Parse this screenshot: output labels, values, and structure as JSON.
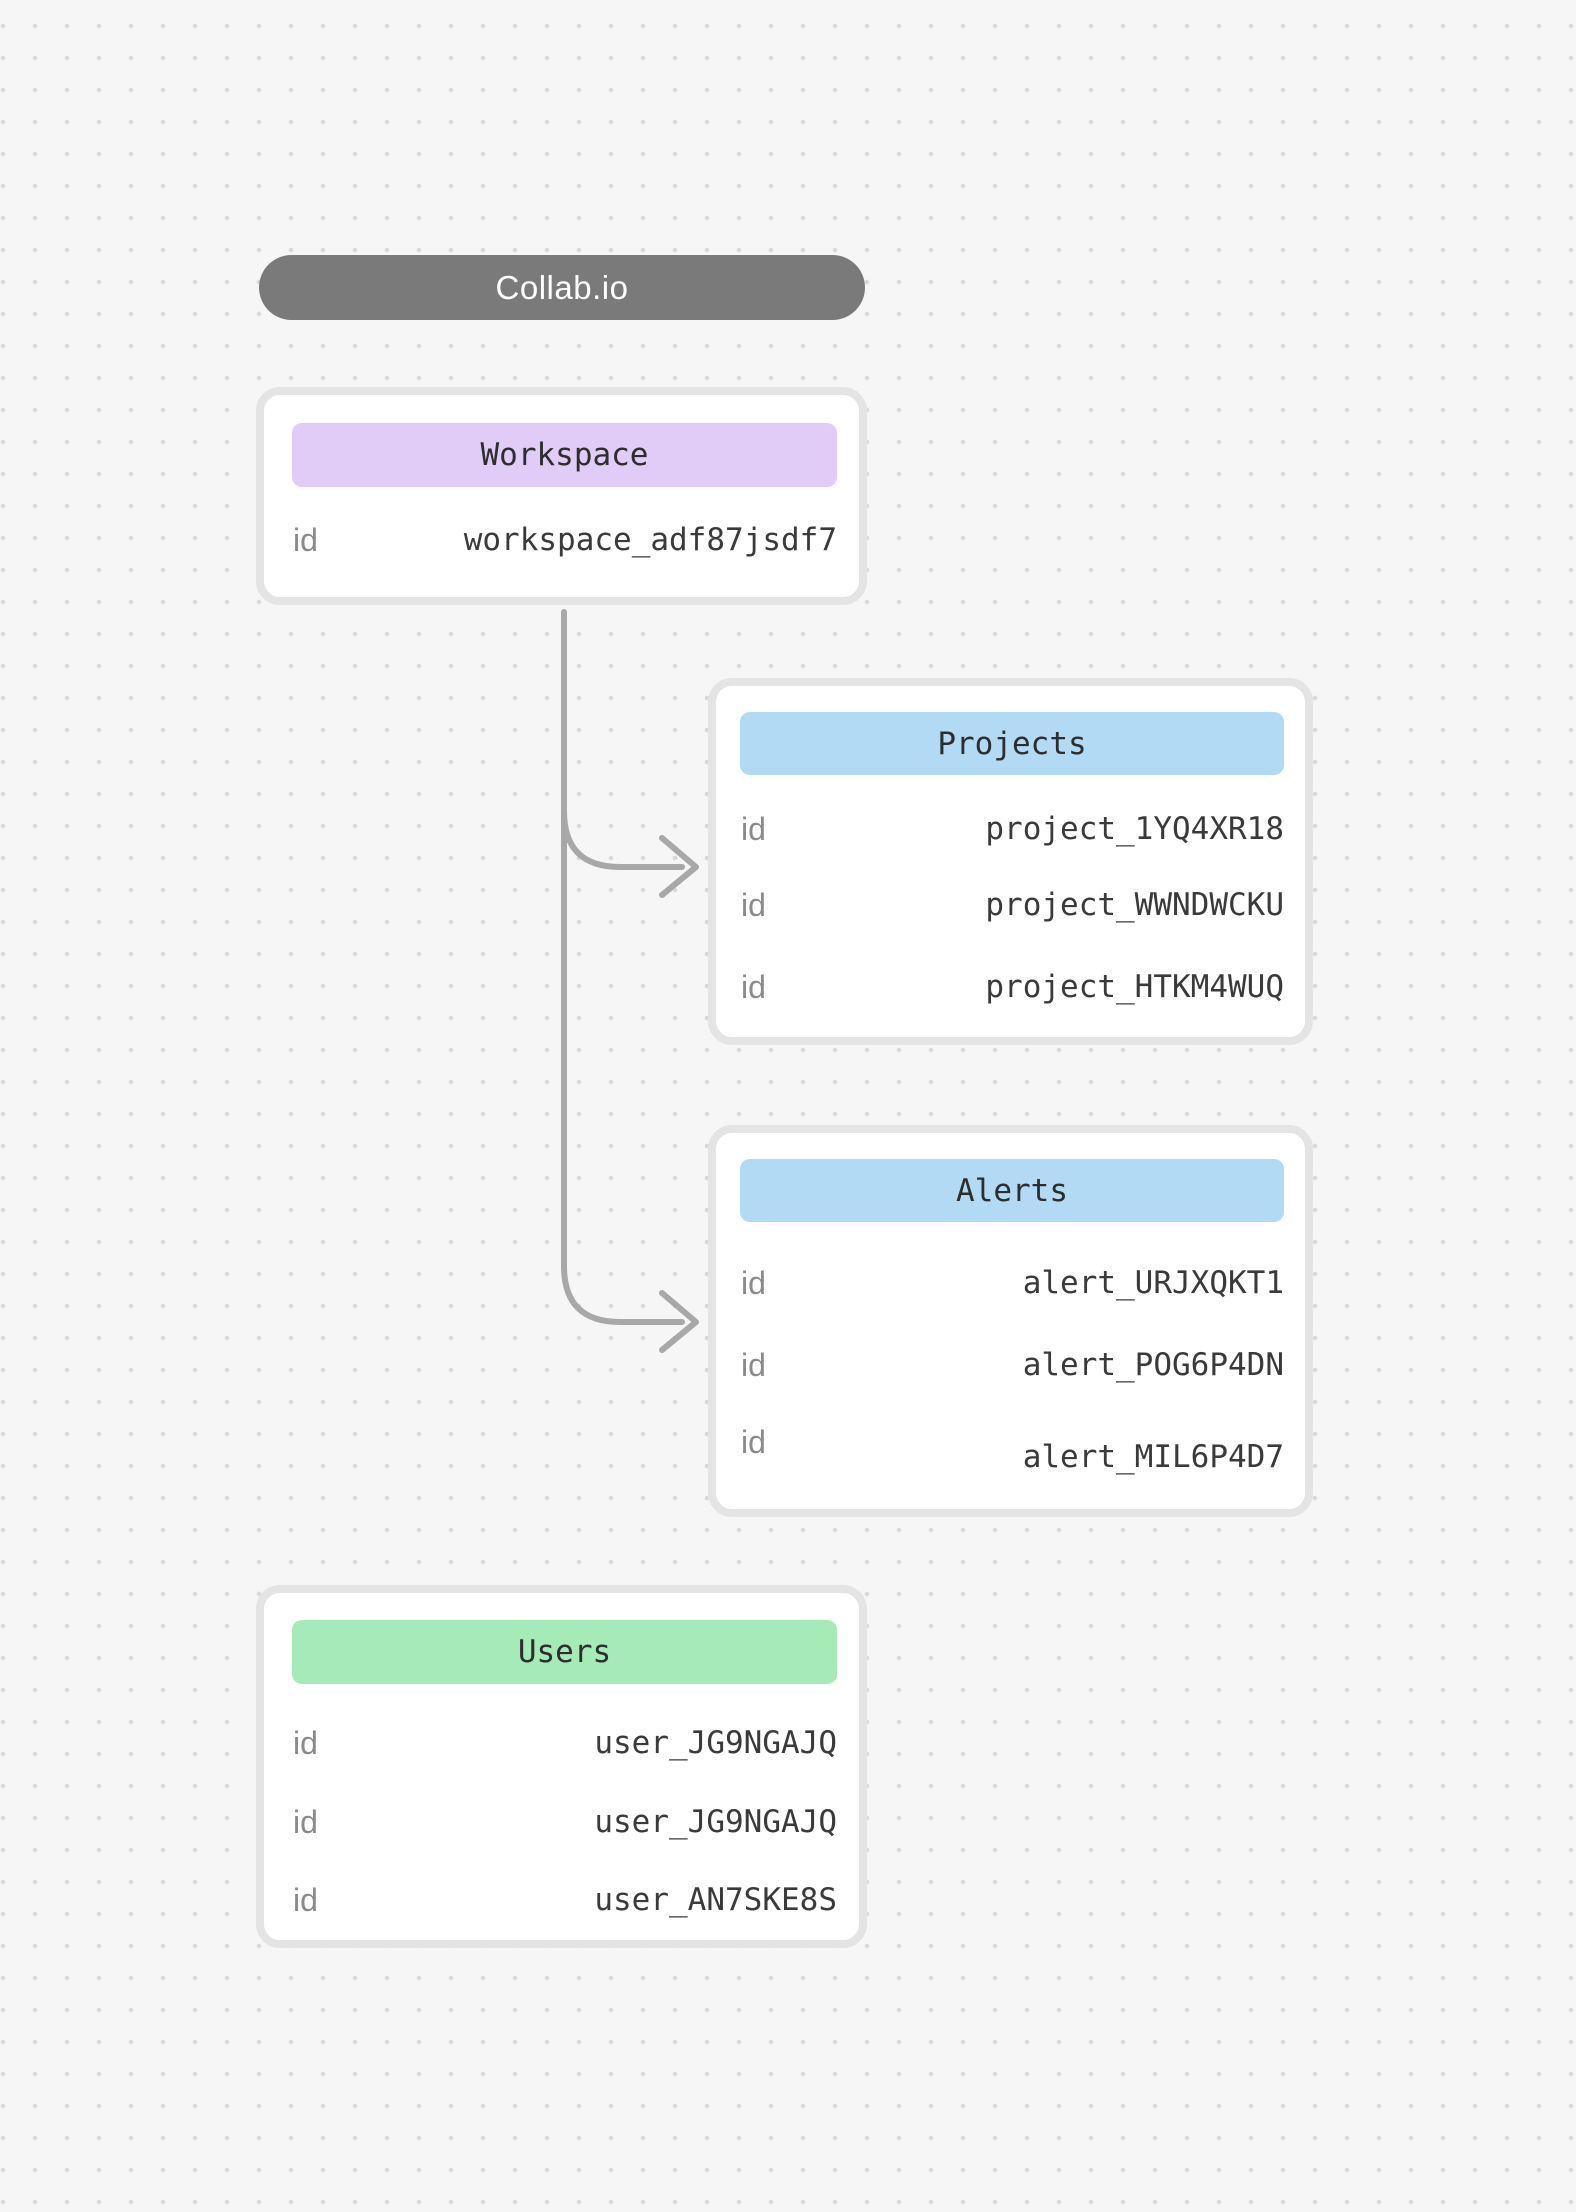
{
  "badge": {
    "label": "Collab.io"
  },
  "colors": {
    "badge_bg": "#7a7a7a",
    "workspace_header": "#e1ccf7",
    "projects_header": "#b2daf5",
    "alerts_header": "#b2daf5",
    "users_header": "#a6eab7",
    "connector": "#a8a8a8",
    "card_border": "#e4e4e4",
    "background": "#f6f6f6"
  },
  "cards": {
    "workspace": {
      "title": "Workspace",
      "rows": [
        {
          "label": "id",
          "value": "workspace_adf87jsdf7"
        }
      ]
    },
    "projects": {
      "title": "Projects",
      "rows": [
        {
          "label": "id",
          "value": "project_1YQ4XR18"
        },
        {
          "label": "id",
          "value": "project_WWNDWCKU"
        },
        {
          "label": "id",
          "value": "project_HTKM4WUQ"
        }
      ]
    },
    "alerts": {
      "title": "Alerts",
      "rows": [
        {
          "label": "id",
          "value": "alert_URJXQKT1"
        },
        {
          "label": "id",
          "value": "alert_POG6P4DN"
        },
        {
          "label": "id",
          "value": "alert_MIL6P4D7"
        }
      ]
    },
    "users": {
      "title": "Users",
      "rows": [
        {
          "label": "id",
          "value": "user_JG9NGAJQ"
        },
        {
          "label": "id",
          "value": "user_JG9NGAJQ"
        },
        {
          "label": "id",
          "value": "user_AN7SKE8S"
        }
      ]
    }
  }
}
